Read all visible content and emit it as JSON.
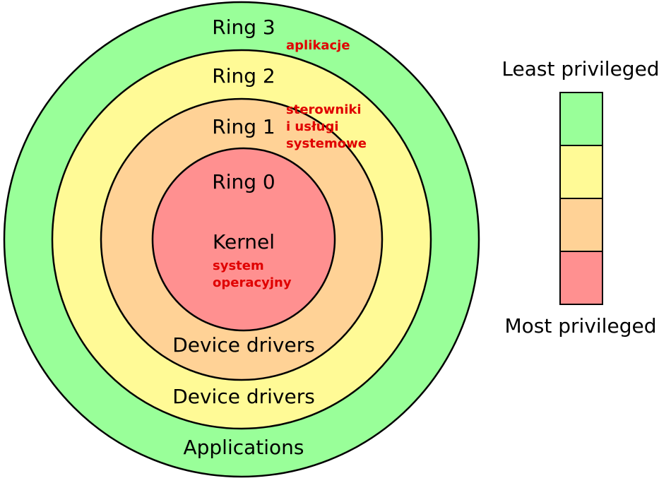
{
  "colors": {
    "ring3": "#99ff99",
    "ring2": "#fffa96",
    "ring1": "#ffd296",
    "ring0": "#ff9090",
    "annotation": "#e00000"
  },
  "rings": {
    "ring3": {
      "title": "Ring 3",
      "role": "Applications",
      "note": "aplikacje"
    },
    "ring2": {
      "title": "Ring 2",
      "role": "Device drivers"
    },
    "ring1": {
      "title": "Ring 1",
      "role": "Device drivers",
      "note": [
        "sterowniki",
        "i usługi",
        "systemowe"
      ]
    },
    "ring0": {
      "title": "Ring 0",
      "role": "Kernel",
      "note": [
        "system",
        "operacyjny"
      ]
    }
  },
  "legend": {
    "top_label": "Least privileged",
    "bottom_label": "Most privileged"
  }
}
